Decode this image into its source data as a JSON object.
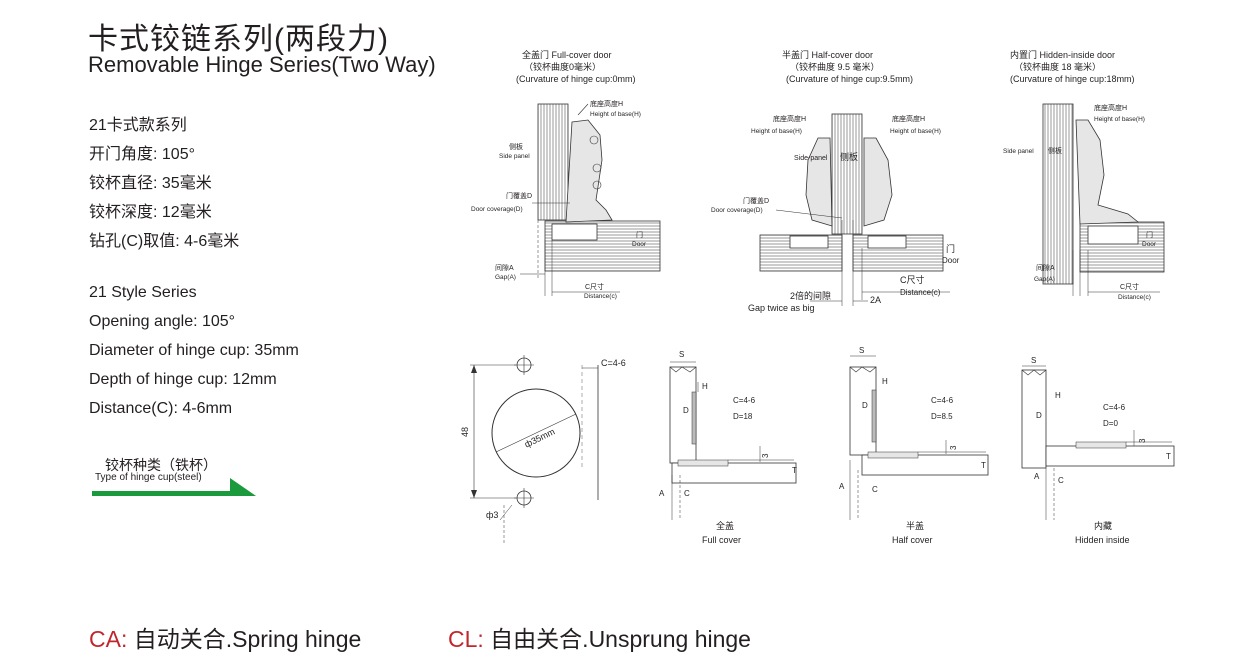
{
  "title": {
    "cn": "卡式铰链系列(两段力)",
    "en": "Removable Hinge Series(Two Way)"
  },
  "specs_cn": [
    "21卡式款系列",
    "开门角度: 105°",
    "铰杯直径: 35毫米",
    "铰杯深度: 12毫米",
    "钻孔(C)取值: 4-6毫米"
  ],
  "specs_en": [
    "21 Style Series",
    "Opening angle: 105°",
    "Diameter of hinge cup: 35mm",
    "Depth of hinge cup: 12mm",
    "Distance(C):  4-6mm"
  ],
  "hinge_type": {
    "cn": "铰杯种类（铁杯）",
    "en": "Type of hinge cup(steel)",
    "arrow_color": "#1a9a3c"
  },
  "overlays": [
    {
      "title_cn": "全盖门 Full-cover door",
      "curvature_cn": "（铰杯曲度0毫米）",
      "curvature_en": "(Curvature of hinge cup:0mm)",
      "base_cn": "底座高度H",
      "base_en": "Height of base(H)",
      "side_cn": "侧板",
      "side_en": "Side panel",
      "coverage_cn": "门覆盖D",
      "coverage_en": "Door coverage(D)",
      "door_cn": "门",
      "door_en": "Door",
      "gap_cn": "间隙A",
      "gap_en": "Gap(A)",
      "dist_cn": "C尺寸",
      "dist_en": "Distance(c)"
    },
    {
      "title_cn": "半盖门 Half-cover door",
      "curvature_cn": "（铰杯曲度 9.5 毫米）",
      "curvature_en": "(Curvature of hinge cup:9.5mm)",
      "base_cn": "底座高度H",
      "base_en": "Height of base(H)",
      "side_cn": "侧板",
      "side_en": "Side-panel",
      "coverage_cn": "门覆盖D",
      "coverage_en": "Door coverage(D)",
      "door_cn": "门",
      "door_en": "Door",
      "gap_cn": "2倍的间隙",
      "gap_en": "Gap twice as big",
      "gap_value": "2A",
      "dist_cn": "C尺寸",
      "dist_en": "Distance(c)"
    },
    {
      "title_cn": "内置门 Hidden-inside door",
      "curvature_cn": "（铰杯曲度 18 毫米）",
      "curvature_en": "(Curvature of hinge cup:18mm)",
      "base_cn": "底座高度H",
      "base_en": "Height of base(H)",
      "side_cn": "侧板",
      "side_en": "Side panel",
      "door_cn": "门",
      "door_en": "Door",
      "gap_cn": "间隙A",
      "gap_en": "Gap(A)",
      "dist_cn": "C尺寸",
      "dist_en": "Distance(c)"
    }
  ],
  "cup_drawing": {
    "diameter": "ф35mm",
    "height": "48",
    "c_label": "C=4-6",
    "screw": "ф3"
  },
  "sections": [
    {
      "c": "C=4-6",
      "d": "D=18",
      "cn": "全盖",
      "en": "Full cover"
    },
    {
      "c": "C=4-6",
      "d": "D=8.5",
      "cn": "半盖",
      "en": "Half cover"
    },
    {
      "c": "C=4-6",
      "d": "D=0",
      "cn": "内藏",
      "en": "Hidden inside"
    }
  ],
  "section_labels": {
    "s": "S",
    "h": "H",
    "d": "D",
    "t": "T",
    "a": "A",
    "c": "C",
    "three": "3"
  },
  "footer": {
    "ca_code": "CA:",
    "ca_text": " 自动关合.Spring hinge",
    "cl_code": "CL:",
    "cl_text": " 自由关合.Unsprung hinge",
    "code_color": "#c0272d"
  }
}
